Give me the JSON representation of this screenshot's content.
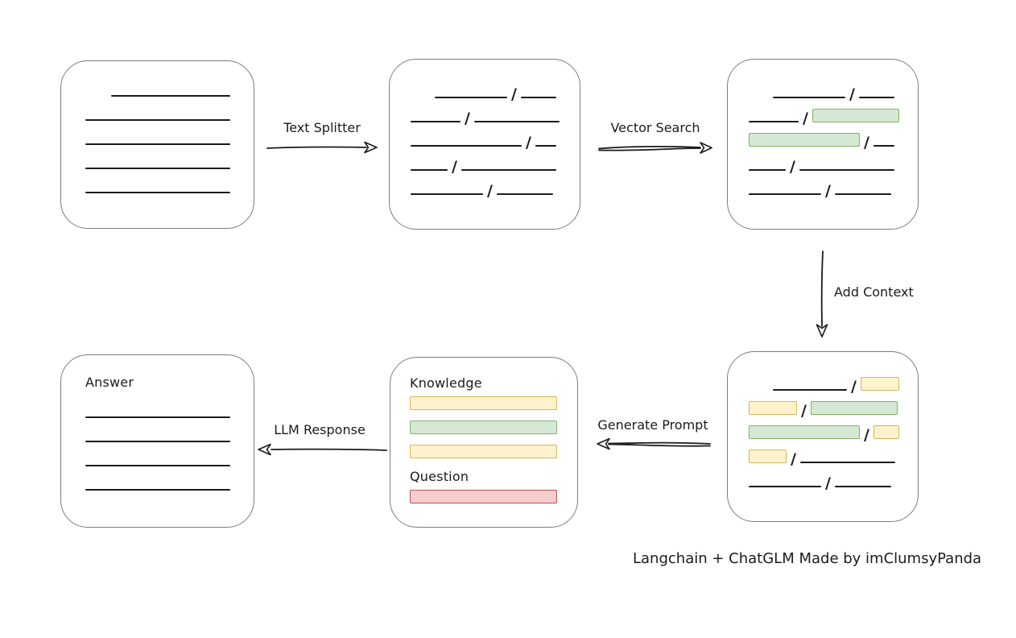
{
  "caption": "Langchain + ChatGLM Made by imClumsyPanda",
  "glyphs": {
    "slash": "/"
  },
  "colors": {
    "background": "#ffffff",
    "box_border": "#7d7d7d",
    "stroke": "#1b1b1b",
    "green_fill": "#d5e8d4",
    "green_border": "#82b366",
    "yellow_fill": "#fff2cc",
    "yellow_border": "#d6b656",
    "red_fill": "#f8cecc",
    "red_border": "#b85450"
  },
  "labels": {
    "knowledge": "Knowledge",
    "question": "Question",
    "answer": "Answer"
  },
  "arrows": {
    "text_splitter": {
      "label": "Text Splitter",
      "direction": "right"
    },
    "vector_search": {
      "label": "Vector Search",
      "direction": "right"
    },
    "add_context": {
      "label": "Add Context",
      "direction": "down"
    },
    "generate_prompt": {
      "label": "Generate Prompt",
      "direction": "left"
    },
    "llm_response": {
      "label": "LLM Response",
      "direction": "left"
    }
  },
  "nodes": {
    "document": {
      "rows": [
        [
          {
            "kind": "gap",
            "w": 32
          },
          {
            "kind": "line",
            "w": 148
          }
        ],
        [
          {
            "kind": "line",
            "w": 180
          }
        ],
        [
          {
            "kind": "line",
            "w": 180
          }
        ],
        [
          {
            "kind": "line",
            "w": 180
          }
        ],
        [
          {
            "kind": "line",
            "w": 180
          }
        ]
      ]
    },
    "chunks": {
      "rows": [
        [
          {
            "kind": "gap",
            "w": 30
          },
          {
            "kind": "line",
            "w": 90
          },
          {
            "kind": "slash"
          },
          {
            "kind": "line",
            "w": 44
          }
        ],
        [
          {
            "kind": "line",
            "w": 62
          },
          {
            "kind": "slash"
          },
          {
            "kind": "line",
            "w": 106
          }
        ],
        [
          {
            "kind": "line",
            "w": 138
          },
          {
            "kind": "slash"
          },
          {
            "kind": "line",
            "w": 26
          }
        ],
        [
          {
            "kind": "line",
            "w": 46
          },
          {
            "kind": "slash"
          },
          {
            "kind": "line",
            "w": 118
          }
        ],
        [
          {
            "kind": "line",
            "w": 90
          },
          {
            "kind": "slash"
          },
          {
            "kind": "line",
            "w": 70
          }
        ]
      ]
    },
    "retrieved": {
      "rows": [
        [
          {
            "kind": "gap",
            "w": 30
          },
          {
            "kind": "line",
            "w": 90
          },
          {
            "kind": "slash"
          },
          {
            "kind": "line",
            "w": 44
          }
        ],
        [
          {
            "kind": "line",
            "w": 62
          },
          {
            "kind": "slash"
          },
          {
            "kind": "green",
            "w": 108
          }
        ],
        [
          {
            "kind": "green",
            "w": 138
          },
          {
            "kind": "slash"
          },
          {
            "kind": "line",
            "w": 26
          }
        ],
        [
          {
            "kind": "line",
            "w": 46
          },
          {
            "kind": "slash"
          },
          {
            "kind": "line",
            "w": 118
          }
        ],
        [
          {
            "kind": "line",
            "w": 90
          },
          {
            "kind": "slash"
          },
          {
            "kind": "line",
            "w": 70
          }
        ]
      ]
    },
    "context": {
      "rows": [
        [
          {
            "kind": "gap",
            "w": 30
          },
          {
            "kind": "line",
            "w": 92
          },
          {
            "kind": "slash"
          },
          {
            "kind": "yellow",
            "w": 48
          }
        ],
        [
          {
            "kind": "yellow",
            "w": 60
          },
          {
            "kind": "slash"
          },
          {
            "kind": "green",
            "w": 108
          }
        ],
        [
          {
            "kind": "green",
            "w": 138
          },
          {
            "kind": "slash"
          },
          {
            "kind": "yellow",
            "w": 32
          }
        ],
        [
          {
            "kind": "yellow",
            "w": 47
          },
          {
            "kind": "slash"
          },
          {
            "kind": "line",
            "w": 118
          }
        ],
        [
          {
            "kind": "line",
            "w": 90
          },
          {
            "kind": "slash"
          },
          {
            "kind": "line",
            "w": 70
          }
        ]
      ]
    },
    "prompt": {
      "knowledge_bars": [
        {
          "color": "yellow"
        },
        {
          "color": "green"
        },
        {
          "color": "yellow"
        }
      ],
      "question_bars": [
        {
          "color": "red"
        }
      ]
    },
    "answer": {
      "rows": [
        [
          {
            "kind": "line",
            "w": 180
          }
        ],
        [
          {
            "kind": "line",
            "w": 180
          }
        ],
        [
          {
            "kind": "line",
            "w": 180
          }
        ],
        [
          {
            "kind": "line",
            "w": 180
          }
        ]
      ]
    }
  }
}
